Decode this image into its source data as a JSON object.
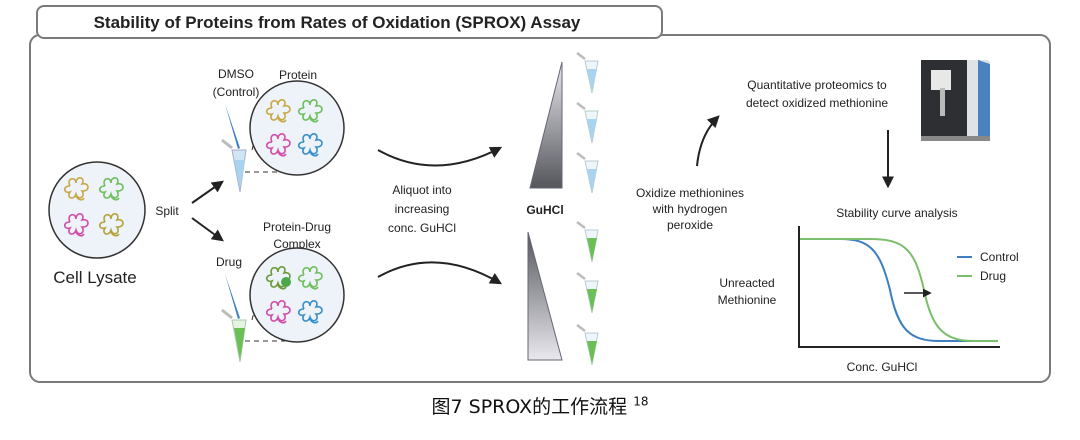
{
  "title": "Stability of Proteins from Rates of Oxidation (SPROX) Assay",
  "cell_lysate": "Cell Lysate",
  "split": "Split",
  "dmso_line1": "DMSO",
  "dmso_line2": "(Control)",
  "protein": "Protein",
  "complex_line1": "Protein-Drug",
  "complex_line2": "Complex",
  "drug": "Drug",
  "aliquot": [
    "Aliquot into",
    "increasing",
    "conc. GuHCl"
  ],
  "guhcl": "GuHCl",
  "oxidize": [
    "Oxidize methionines",
    "with hydrogen",
    "peroxide"
  ],
  "proteomics": [
    "Quantitative proteomics to",
    "detect oxidized methionine"
  ],
  "stability_title": "Stability curve analysis",
  "y_label": [
    "Unreacted",
    "Methionine"
  ],
  "x_label": "Conc. GuHCl",
  "legend": [
    {
      "label": "Control",
      "color": "#3d7fc0"
    },
    {
      "label": "Drug",
      "color": "#7cbf6a"
    }
  ],
  "caption": {
    "text": "图7 SPROX的工作流程",
    "ref": "18"
  }
}
